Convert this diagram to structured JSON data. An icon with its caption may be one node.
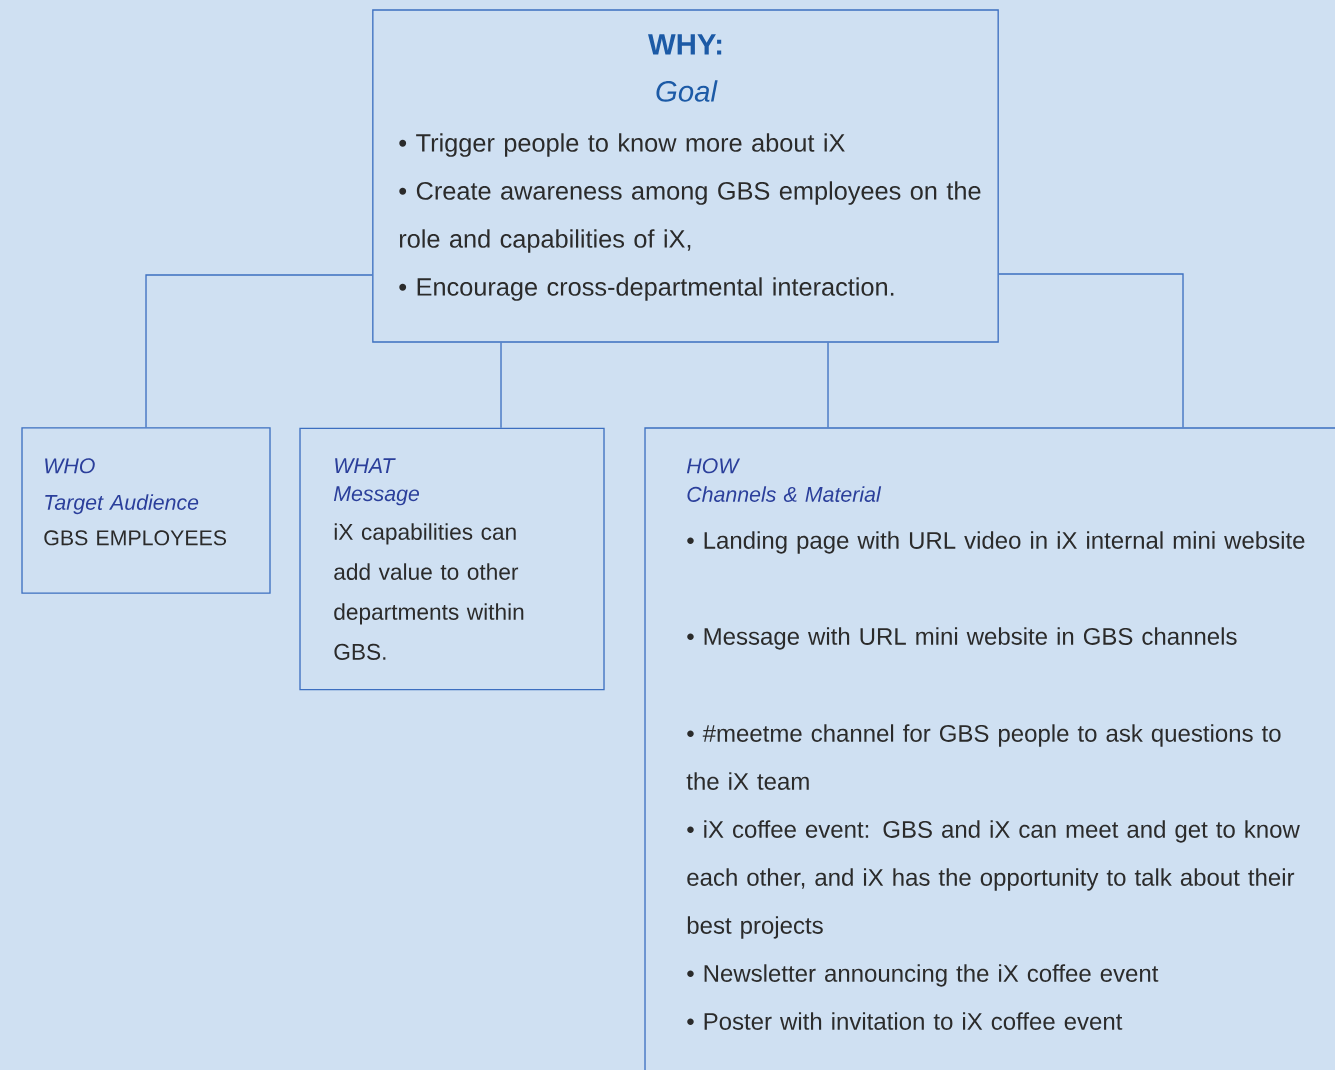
{
  "diagram": {
    "nodes": [
      {
        "text": [
          "WHY:",
          "Goal",
          "• Trigger people to know more about iX",
          "• Create awareness among GBS employees on the role and capabilities of iX,",
          "• Encourage cross-departmental interaction."
        ]
      },
      {
        "text": [
          "WHO",
          "Target Audience",
          "GBS EMPLOYEES"
        ]
      },
      {
        "text": [
          "WHAT",
          "Message",
          "iX capabilities can add value to other departments within GBS."
        ]
      },
      {
        "text": [
          "HOW",
          "Channels & Material",
          "• Landing page with URL video in iX internal mini website",
          "• Message with URL mini website in GBS channels",
          "• #meetme channel for GBS people to ask questions to the iX team",
          "• iX coffee event: GBS and iX can meet and get to know each other, and iX has the opportunity to talk about their best projects",
          "• Newsletter announcing the iX coffee event",
          "• Poster with invitation to iX coffee event"
        ]
      }
    ],
    "edges": [
      {
        "from": 0,
        "to": 1,
        "arrow": "none"
      },
      {
        "from": 0,
        "to": 2,
        "arrow": "none"
      },
      {
        "from": 0,
        "to": 3,
        "arrow": "none"
      },
      {
        "from": 0,
        "to": 3,
        "arrow": "none"
      }
    ]
  }
}
